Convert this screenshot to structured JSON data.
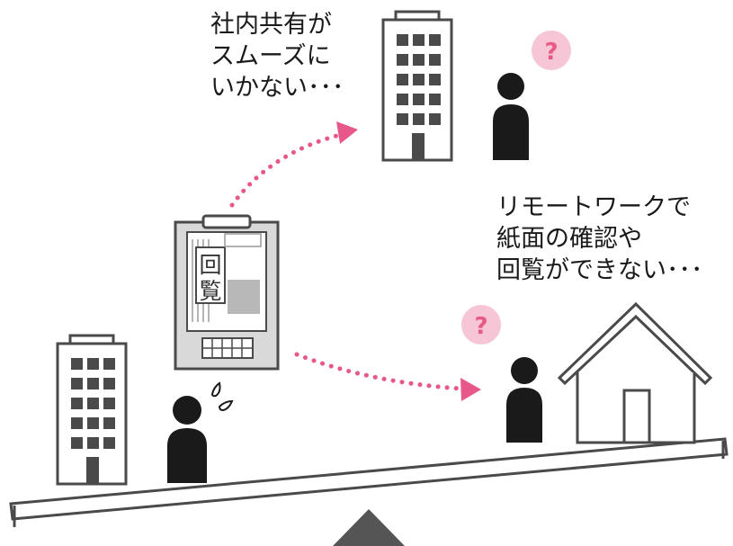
{
  "captions": {
    "office_issue": [
      "社内共有が",
      "スムーズに",
      "いかない･･･"
    ],
    "remote_issue": [
      "リモートワークで",
      "紙面の確認や",
      "回覧ができない･･･"
    ]
  },
  "clipboard": {
    "label_line1": "回",
    "label_line2": "覧"
  },
  "question_mark": "?",
  "colors": {
    "ink": "#1a1a1a",
    "outline": "#4a4a4a",
    "pink_arrow": "#e8578a",
    "pink_bubble": "#f7c6d6",
    "clipboard_gray": "#d9d9d9",
    "ground": "#555555"
  }
}
